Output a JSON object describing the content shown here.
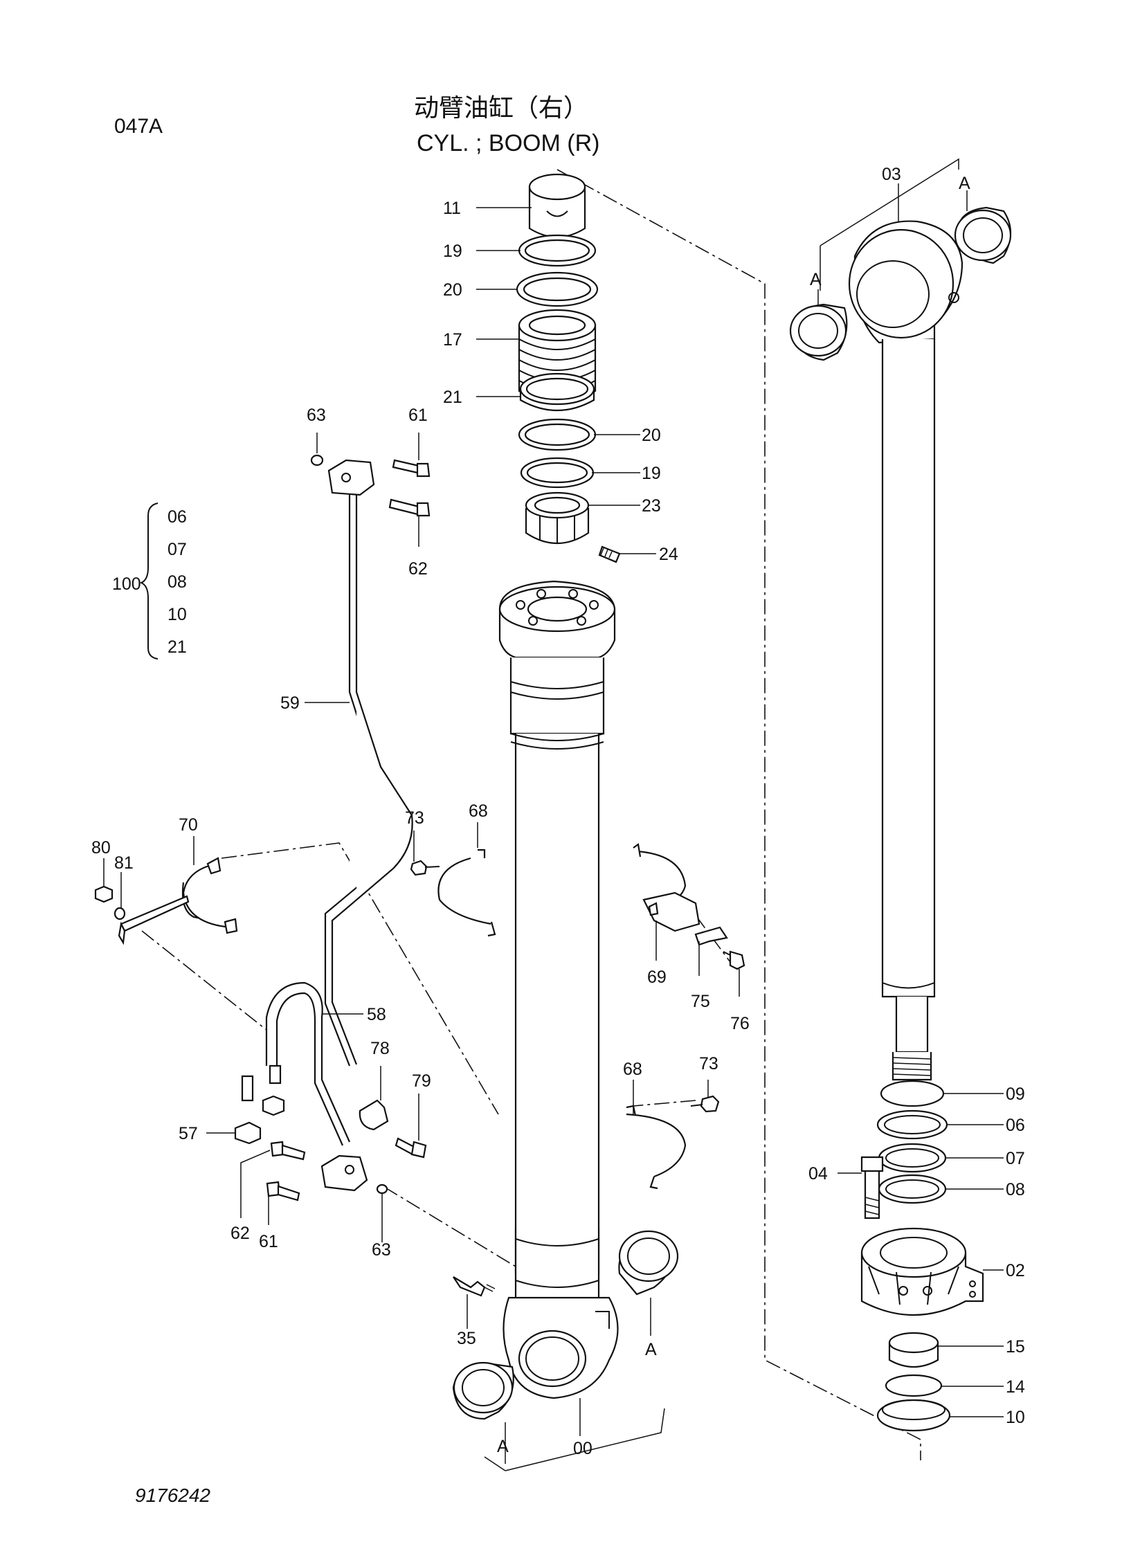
{
  "header": {
    "code": "047A",
    "title_cn": "动臂油缸（右）",
    "title_en": "CYL. ; BOOM (R)"
  },
  "footer": {
    "drawing_number": "9176242"
  },
  "kit": {
    "number": "100",
    "items": [
      "06",
      "07",
      "08",
      "10",
      "21"
    ]
  },
  "callouts": {
    "c11": "11",
    "c19a": "19",
    "c20a": "20",
    "c17": "17",
    "c21": "21",
    "c20b": "20",
    "c19b": "19",
    "c23": "23",
    "c24": "24",
    "c03": "03",
    "cAtop": "A",
    "cAleft": "A",
    "c63a": "63",
    "c61a": "61",
    "c62a": "62",
    "c59": "59",
    "c70": "70",
    "c80": "80",
    "c81": "81",
    "c73a": "73",
    "c68a": "68",
    "c69": "69",
    "c75": "75",
    "c76": "76",
    "c58": "58",
    "c78": "78",
    "c79": "79",
    "c57": "57",
    "c62b": "62",
    "c61b": "61",
    "c63b": "63",
    "c68b": "68",
    "c73b": "73",
    "c35": "35",
    "c00": "00",
    "cAbot1": "A",
    "cAbot2": "A",
    "c09": "09",
    "c06": "06",
    "c07": "07",
    "c04": "04",
    "c08": "08",
    "c02": "02",
    "c15": "15",
    "c14": "14",
    "c10": "10"
  }
}
